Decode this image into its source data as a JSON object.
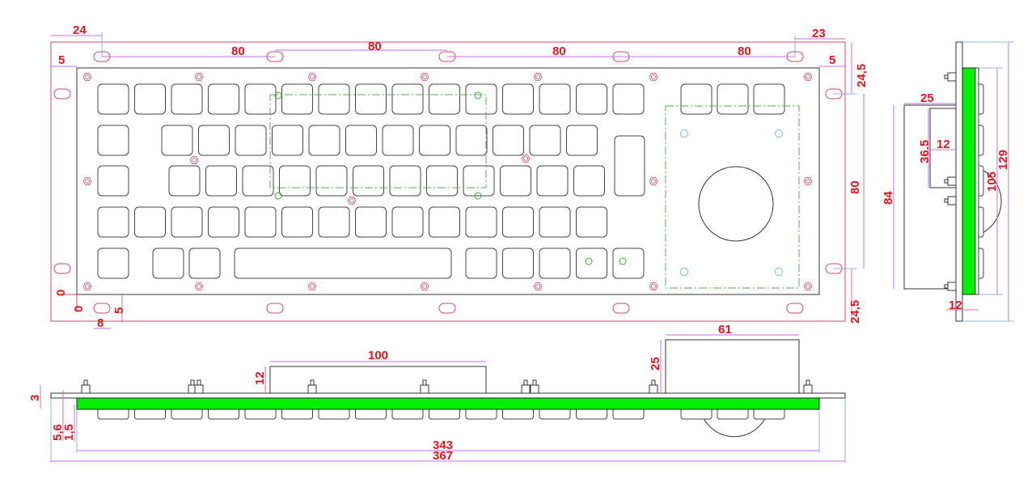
{
  "drawing": {
    "front_view": {
      "dims": {
        "edge_left_hole": "24",
        "pitch_1": "80",
        "pitch_2": "80",
        "pitch_3": "80",
        "pitch_4": "80",
        "edge_right_hole": "23",
        "inset_left": "5",
        "inset_right": "5",
        "top_margin": "24,5",
        "hole_spacing_v": "80",
        "bottom_margin": "24,5",
        "origin_x": "0",
        "origin_y": "0",
        "slot_height": "5",
        "slot_width": "8"
      }
    },
    "bottom_view": {
      "dims": {
        "pcb_box_width": "100",
        "pcb_box_height": "12",
        "trackball_box_width": "61",
        "trackball_box_height": "25",
        "plate_thickness": "3",
        "total_depth": "5,6",
        "key_travel": "1,5",
        "inner_width": "343",
        "outer_width": "367"
      }
    },
    "side_view": {
      "dims": {
        "box_depth": "25",
        "box_inner_height": "36.5",
        "box_inner_depth": "12",
        "box_height": "84",
        "inner_height": "105",
        "outer_height": "129",
        "front_depth": "12"
      }
    },
    "colors": {
      "pcb": "#00f000",
      "dimension": "#e8141b",
      "dim_line": "#c86bf0",
      "plate": "#d24a6a"
    }
  }
}
